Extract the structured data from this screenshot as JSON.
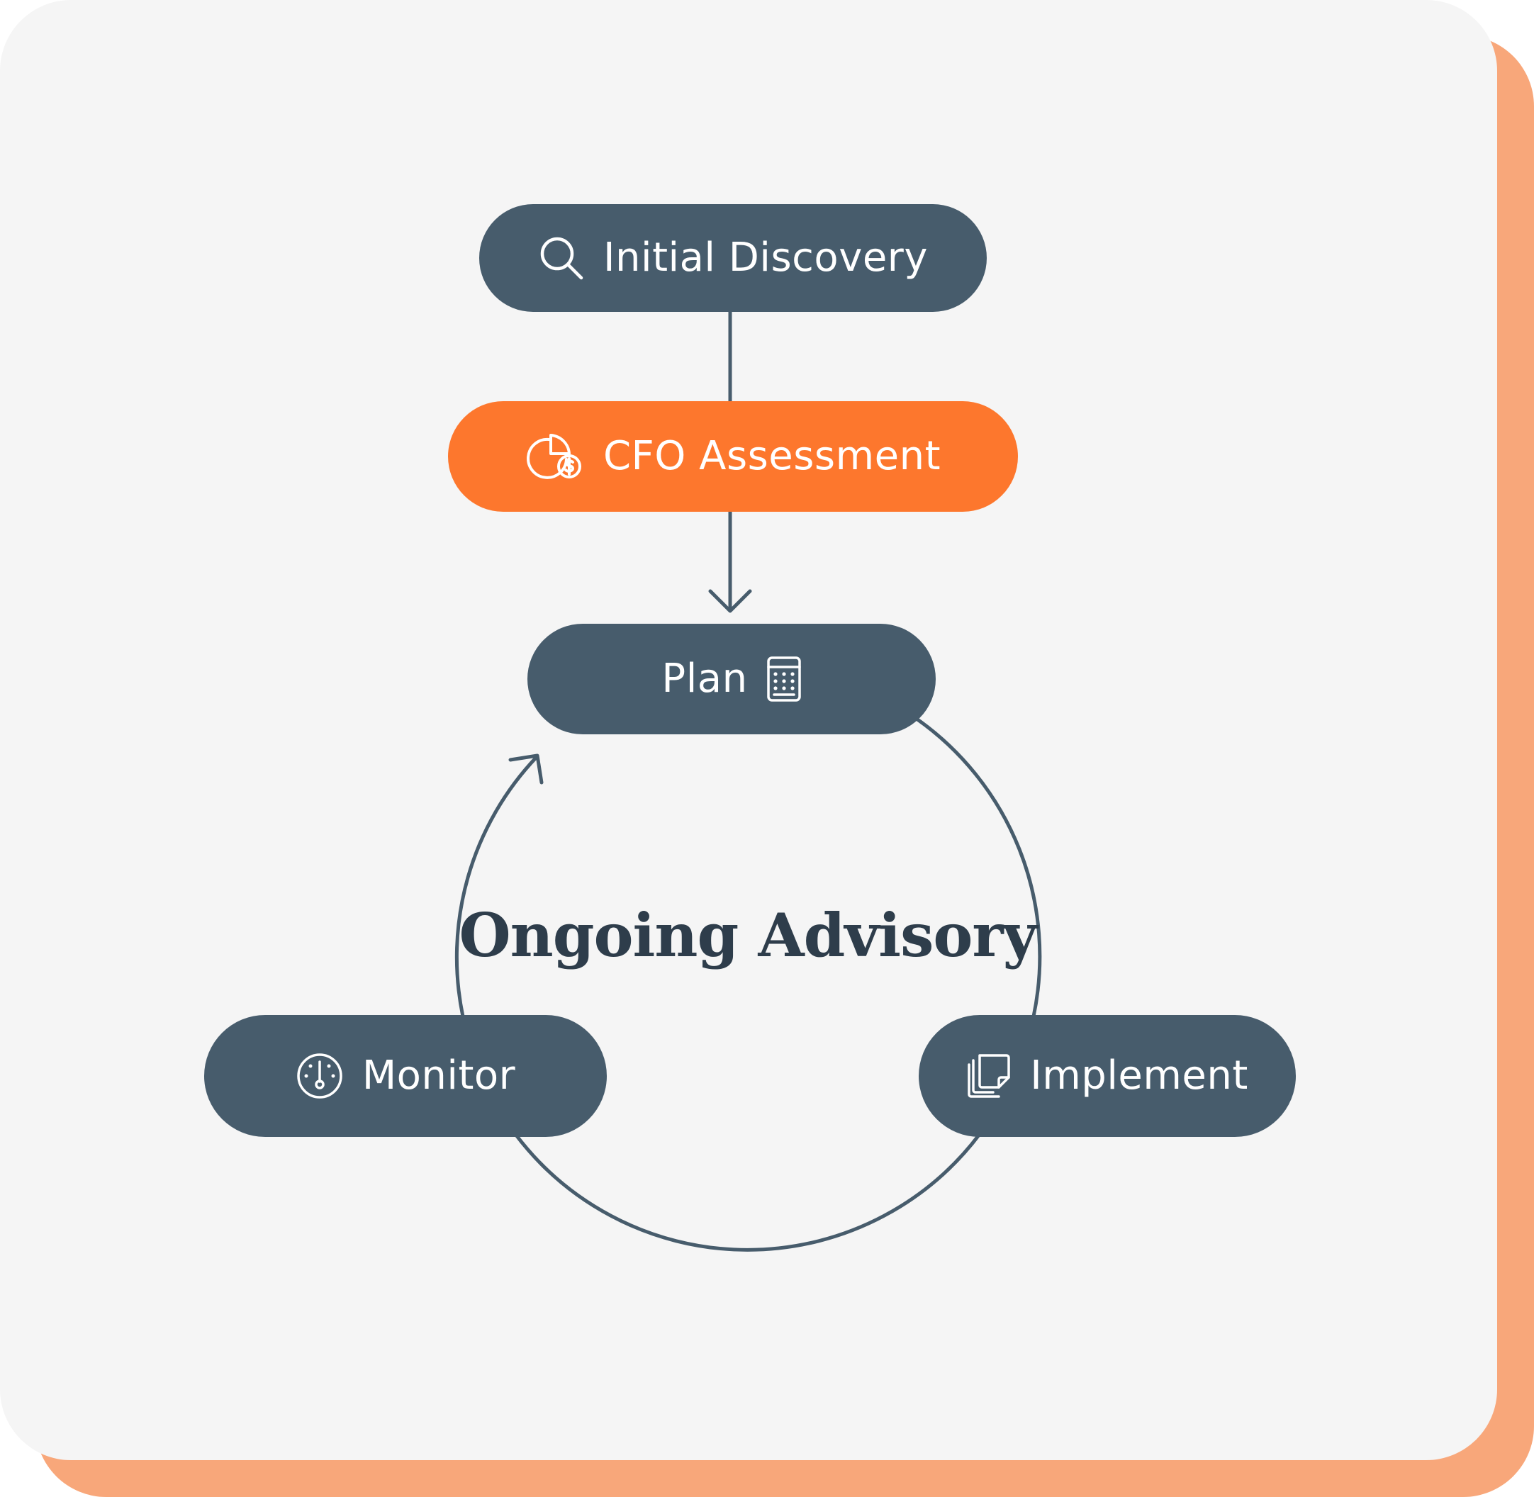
{
  "nodes": {
    "initial_discovery": {
      "label": "Initial Discovery",
      "icon": "magnifier-icon"
    },
    "cfo_assessment": {
      "label": "CFO Assessment",
      "icon": "pie-chart-dollar-icon"
    },
    "plan": {
      "label": "Plan",
      "icon": "calculator-icon"
    },
    "implement": {
      "label": "Implement",
      "icon": "stacked-notes-icon"
    },
    "monitor": {
      "label": "Monitor",
      "icon": "gauge-icon"
    }
  },
  "center_label": "Ongoing Advisory",
  "colors": {
    "node_dark": "#475c6c",
    "node_accent": "#fd772d",
    "line": "#475c6c",
    "card_background": "#f5f5f5",
    "card_shadow": "#f8a77a",
    "title_text": "#2e3d4b",
    "node_text": "#ffffff"
  }
}
